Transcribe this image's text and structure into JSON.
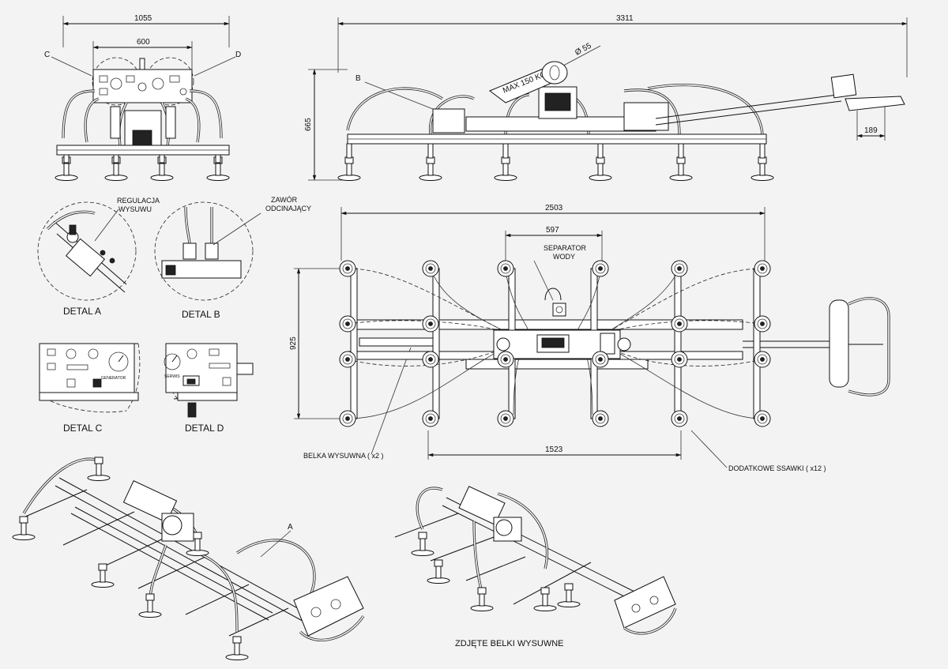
{
  "dimensions": {
    "front_width": "1055",
    "front_inner": "600",
    "side_length": "3311",
    "side_height": "665",
    "hole_dia": "Ø 55",
    "handle_offset": "189",
    "top_length": "2503",
    "top_inner": "597",
    "top_height": "925",
    "top_bottom": "1523"
  },
  "callouts": {
    "c": "C",
    "d": "D",
    "b": "B",
    "a": "A",
    "regulacja_1": "REGULACJA",
    "regulacja_2": "WYSUWU",
    "zawor_1": "ZAWÓR",
    "zawor_2": "ODCINAJĄCY",
    "separator_1": "SEPARATOR",
    "separator_2": "WODY",
    "belka": "BELKA WYSUWNA ( x2 )",
    "ssawki": "DODATKOWE SSAWKI ( x12 )"
  },
  "details": {
    "a": "DETAL  A",
    "b": "DETAL  B",
    "c": "DETAL  C",
    "d": "DETAL  D"
  },
  "caption": "ZDJĘTE BELKI WYSUWNE",
  "nameplate": "MAX 150 KG",
  "panel": {
    "generator": "GENERATOR",
    "serwis": "SERWIS"
  }
}
